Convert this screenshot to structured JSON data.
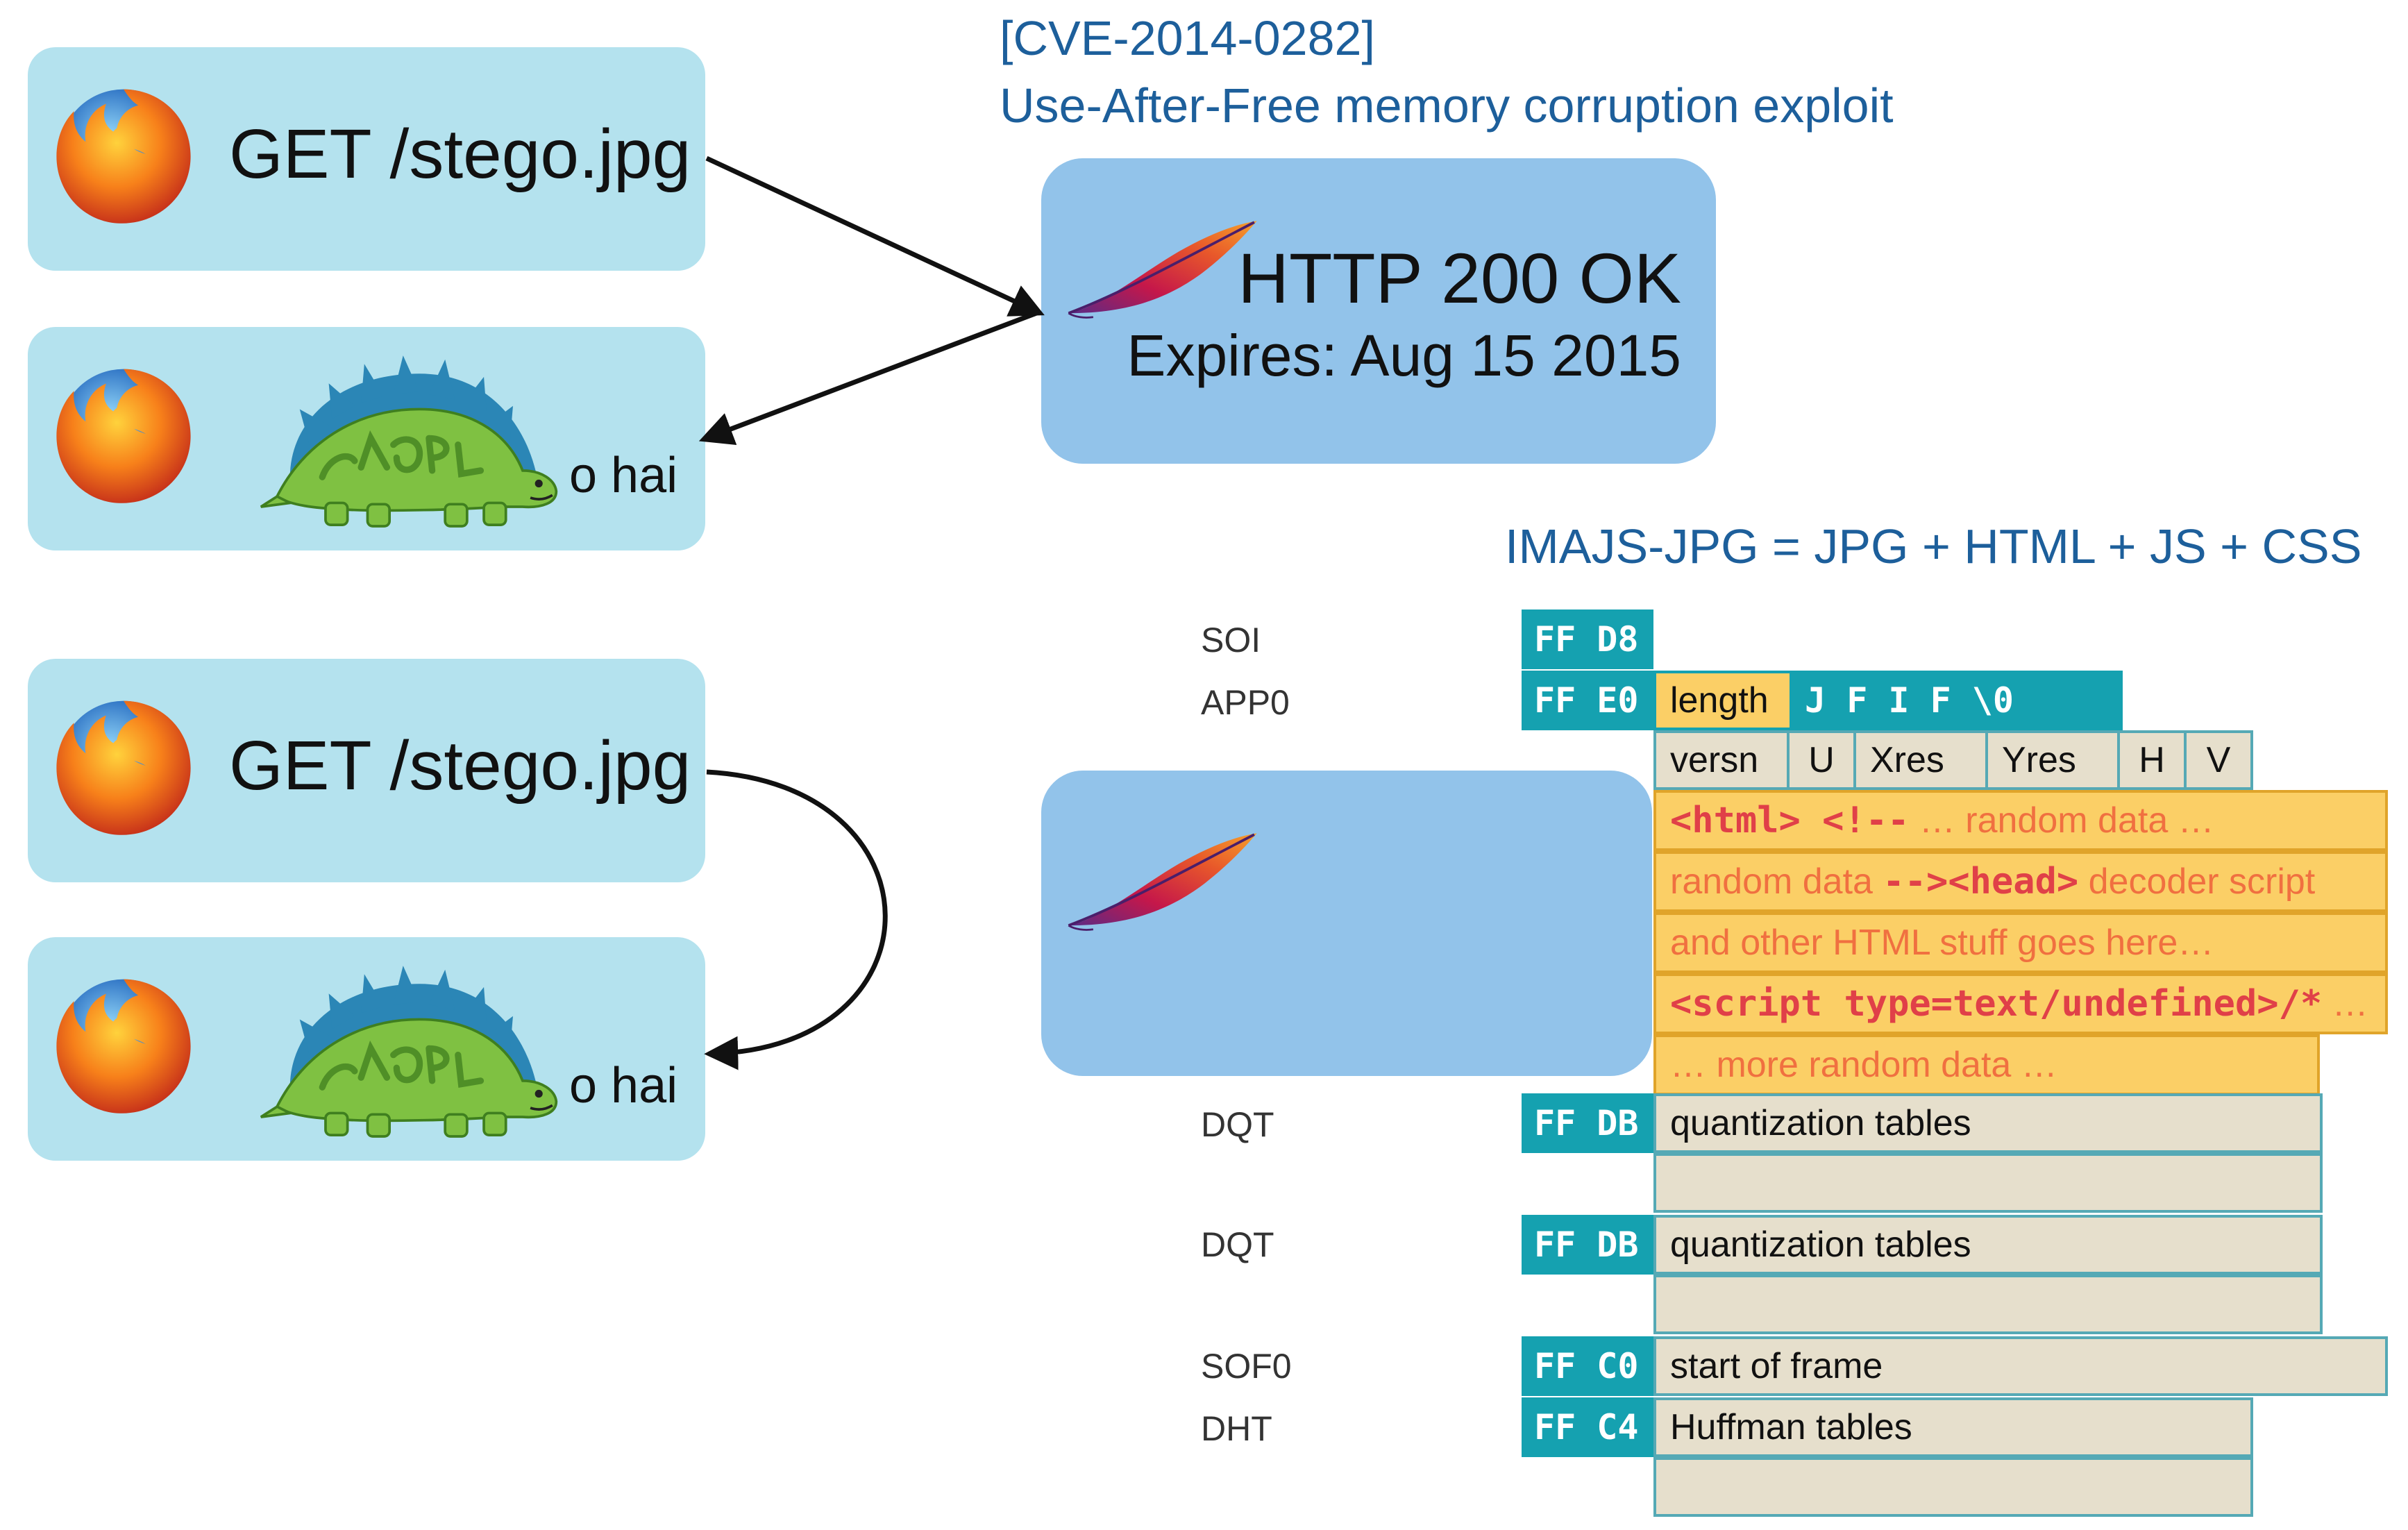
{
  "left": {
    "request_top": "GET /stego.jpg",
    "response_top": "o hai",
    "request_bottom": "GET /stego.jpg",
    "response_bottom": "o hai"
  },
  "cve": {
    "id": "[CVE-2014-0282]",
    "description": "Use-After-Free memory corruption exploit"
  },
  "server": {
    "status": "HTTP 200 OK",
    "expires": "Expires: Aug 15 2015"
  },
  "jpeg": {
    "title": "IMAJS-JPG = JPG + HTML + JS + CSS",
    "segments": {
      "soi": "SOI",
      "app0": "APP0",
      "dqt1": "DQT",
      "dqt2": "DQT",
      "sof0": "SOF0",
      "dht": "DHT"
    },
    "markers": {
      "soi": "FF D8",
      "app0": "FF E0",
      "dqt1": "FF DB",
      "dqt2": "FF DB",
      "sof0": "FF C0",
      "dht": "FF C4"
    },
    "app0": {
      "length": "length",
      "jfif": "J F I F \\0",
      "versn": "versn",
      "u": "U",
      "xres": "Xres",
      "yres": "Yres",
      "h": "H",
      "v": "V"
    },
    "html_rows": {
      "r1_tag": "<html> <!--",
      "r1_text": " … random data …",
      "r2_text": "random data ",
      "r2_tag": "--><head>",
      "r2_text2": " decoder script",
      "r3_text": "and other HTML stuff goes here…",
      "r4_tag": "<script type=text/undefined>/*",
      "r4_text": " …",
      "r5_text": "… more random data …"
    },
    "fields": {
      "dqt1": "quantization tables",
      "dqt2": "quantization tables",
      "sof0": "start of frame",
      "dht": "Huffman tables"
    }
  },
  "colors": {
    "panel": "#b4e2ee",
    "server": "#92c3ea",
    "marker": "#15a1b0",
    "html_block": "#fbcf66",
    "field": "#e6dfcc",
    "heading": "#1d5f9b"
  }
}
